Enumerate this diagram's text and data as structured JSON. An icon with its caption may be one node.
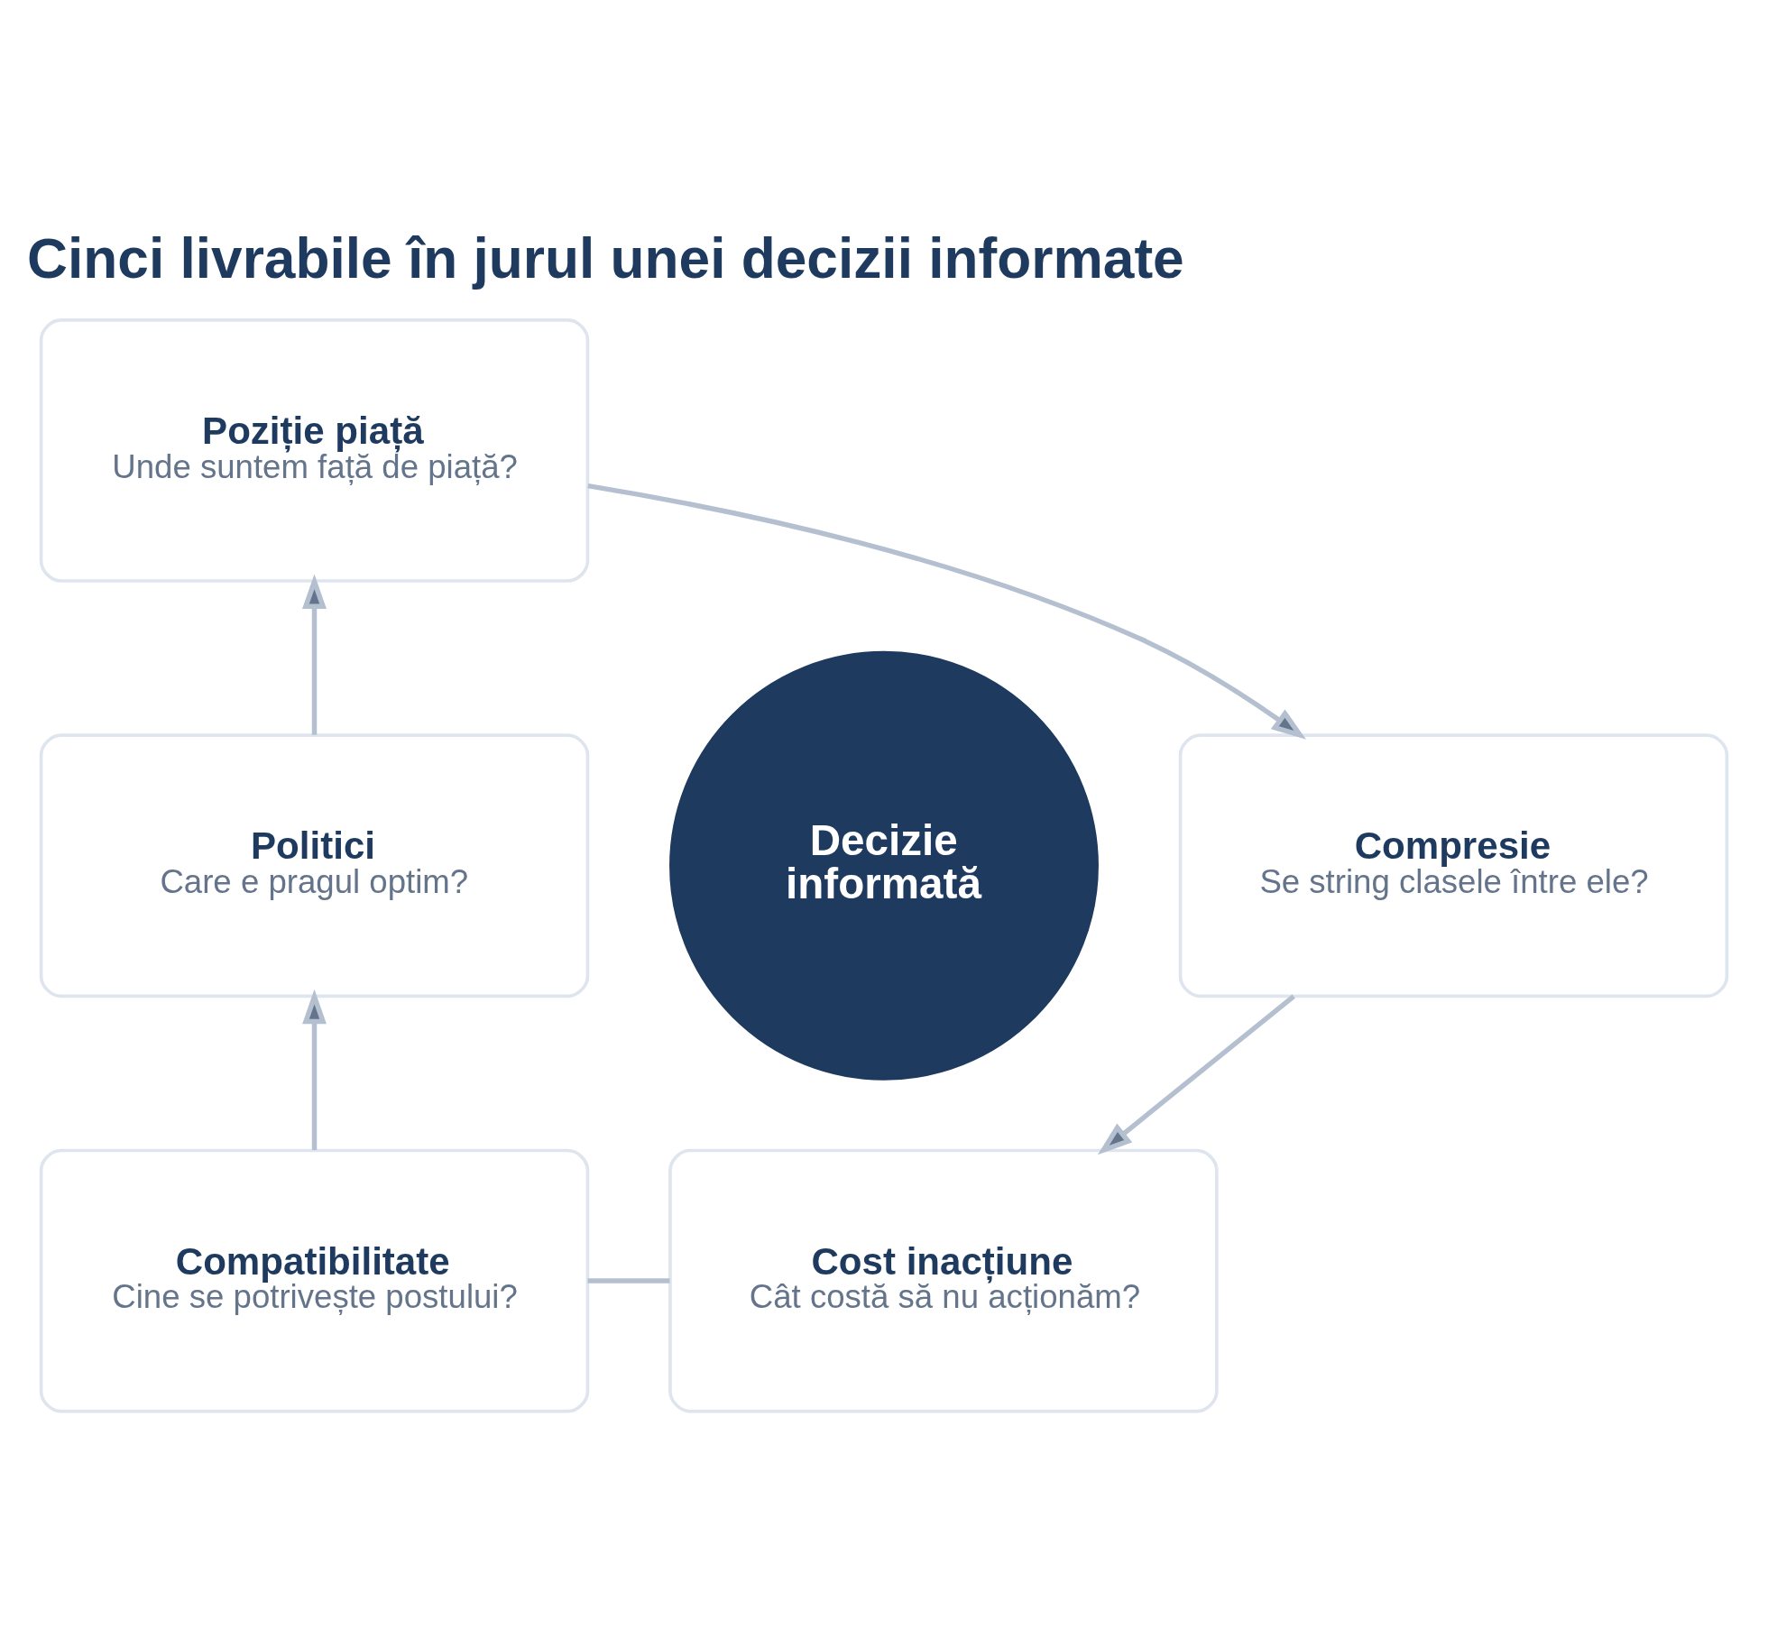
{
  "diagram": {
    "title": "Cinci livrabile în jurul unei decizii informate",
    "nodes": [
      {
        "text": [
          "Poziție piață",
          "Unde suntem față de piață?"
        ]
      },
      {
        "text": [
          "Politici",
          "Care e pragul optim?"
        ]
      },
      {
        "text": [
          "Compresie",
          "Se string clasele între ele?"
        ]
      },
      {
        "text": [
          "Decizie informată"
        ]
      },
      {
        "text": [
          "Compatibilitate",
          "Cine se potrivește postului?"
        ]
      },
      {
        "text": [
          "Cost inacțiune",
          "Cât costă să nu acționăm?"
        ]
      }
    ],
    "edges": [
      {
        "from": 0,
        "to": 2,
        "arrow": "to"
      },
      {
        "from": 2,
        "to": 5,
        "arrow": "to"
      },
      {
        "from": 4,
        "to": 5,
        "arrow": "none"
      },
      {
        "from": 4,
        "to": 1,
        "arrow": "to"
      },
      {
        "from": 1,
        "to": 0,
        "arrow": "to"
      }
    ]
  }
}
